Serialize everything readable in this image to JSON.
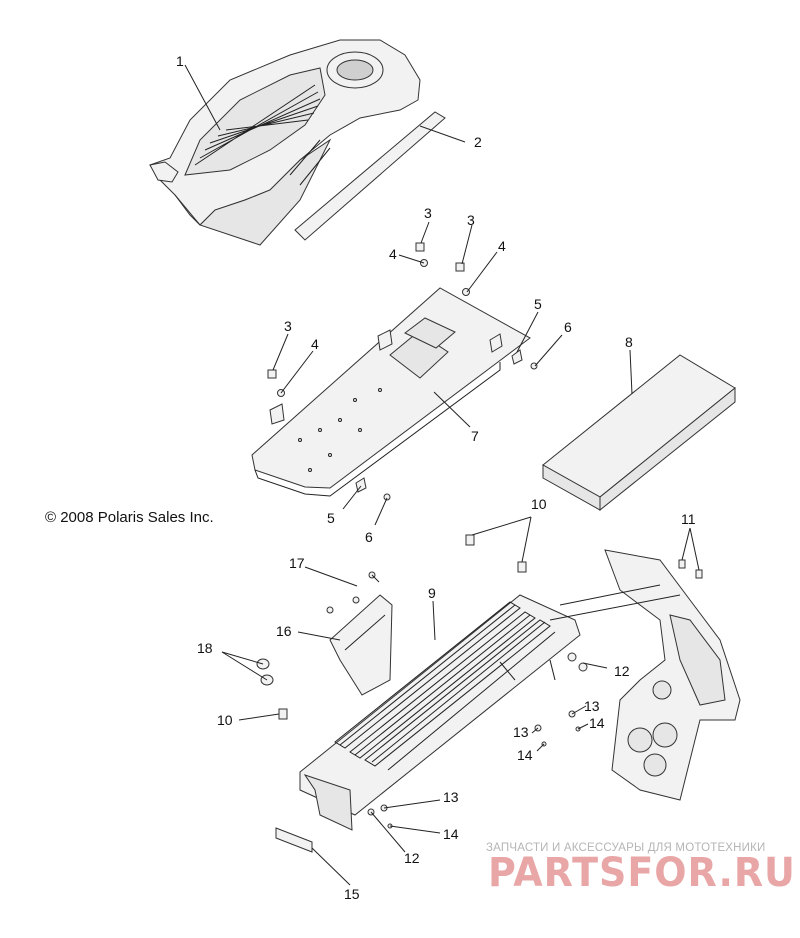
{
  "callouts": {
    "c1": "1",
    "c2": "2",
    "c3a": "3",
    "c3b": "3",
    "c3c": "3",
    "c4a": "4",
    "c4b": "4",
    "c4c": "4",
    "c5a": "5",
    "c5b": "5",
    "c6a": "6",
    "c6b": "6",
    "c7": "7",
    "c8": "8",
    "c9": "9",
    "c10a": "10",
    "c10b": "10",
    "c11": "11",
    "c12a": "12",
    "c12b": "12",
    "c13a": "13",
    "c13b": "13",
    "c13c": "13",
    "c14a": "14",
    "c14b": "14",
    "c14c": "14",
    "c15": "15",
    "c16": "16",
    "c17": "17",
    "c18": "18"
  },
  "copyright": "© 2008 Polaris Sales Inc.",
  "watermark": {
    "tagline": "ЗАПЧАСТИ И АКСЕССУАРЫ ДЛЯ МОТОТЕХНИКИ",
    "brand": "PARTSFOR.RU"
  }
}
